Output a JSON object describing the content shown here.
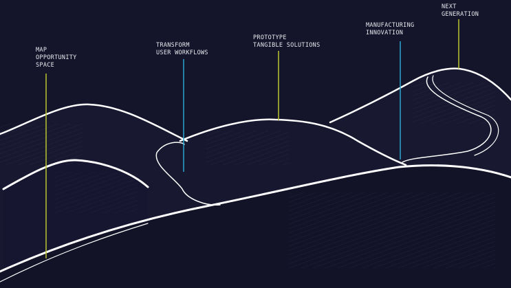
{
  "colors": {
    "background": "#14142a",
    "accent_green": "#b9c62e",
    "accent_blue": "#2aa7d2",
    "ridge": "#ffffff"
  },
  "milestones": [
    {
      "line1": "MAP",
      "line2": "OPPORTUNITY",
      "line3": "SPACE"
    },
    {
      "line1": "TRANSFORM",
      "line2": "USER WORKFLOWS"
    },
    {
      "line1": "PROTOTYPE",
      "line2": "TANGIBLE SOLUTIONS"
    },
    {
      "line1": "MANUFACTURING",
      "line2": "INNOVATION"
    },
    {
      "line1": "NEXT",
      "line2": "GENERATION"
    }
  ]
}
